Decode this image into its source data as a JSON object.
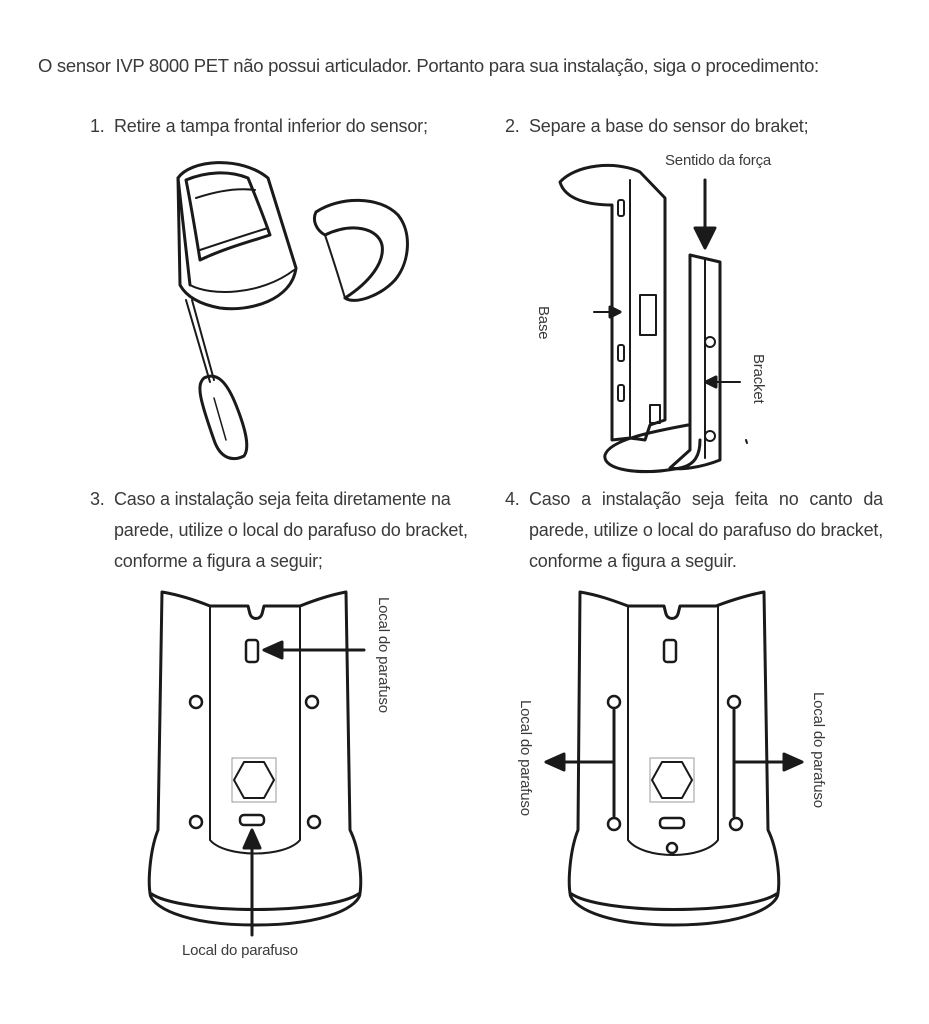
{
  "intro": "O sensor IVP 8000 PET não possui articulador. Portanto para sua instalação, siga o procedimento:",
  "steps": [
    {
      "number": "1.",
      "text": "Retire a tampa frontal inferior do sensor;"
    },
    {
      "number": "2.",
      "text": "Separe a base do sensor do braket;"
    },
    {
      "number": "3.",
      "text": "Caso a instalação seja feita diretamente na parede, utilize o local do parafuso do bracket, conforme a figura a seguir;"
    },
    {
      "number": "4.",
      "text": "Caso a instalação seja feita no canto da parede, utilize o local do parafuso do bracket, conforme a figura a seguir."
    }
  ],
  "labels": {
    "sentido_forca": "Sentido da força",
    "base": "Base",
    "bracket": "Bracket",
    "fig3_side": "Local do parafuso",
    "fig3_bottom": "Local do parafuso",
    "fig4_left": "Local do parafuso",
    "fig4_right": "Local do parafuso"
  },
  "colors": {
    "ink": "#1a1a1a",
    "text": "#3a3a3a"
  }
}
